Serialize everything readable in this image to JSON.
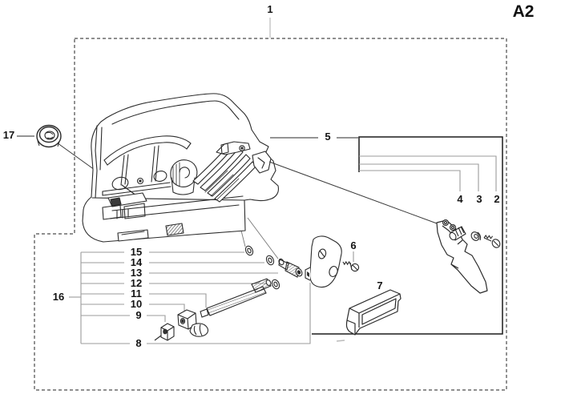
{
  "diagram": {
    "sheet_code": "A2",
    "description": "Exploded parts diagram with numbered callouts",
    "callouts": {
      "c1": "1",
      "c2": "2",
      "c3": "3",
      "c4": "4",
      "c5": "5",
      "c6": "6",
      "c7": "7",
      "c8": "8",
      "c9": "9",
      "c10": "10",
      "c11": "11",
      "c12": "12",
      "c13": "13",
      "c14": "14",
      "c15": "15",
      "c16": "16",
      "c17": "17"
    },
    "colors": {
      "background": "#ffffff",
      "line": "#2b2b2b",
      "leader": "#9b9b9b",
      "label": "#141414",
      "dashed_border": "#4a4a4a",
      "group_box": "#1c1c1c"
    }
  }
}
